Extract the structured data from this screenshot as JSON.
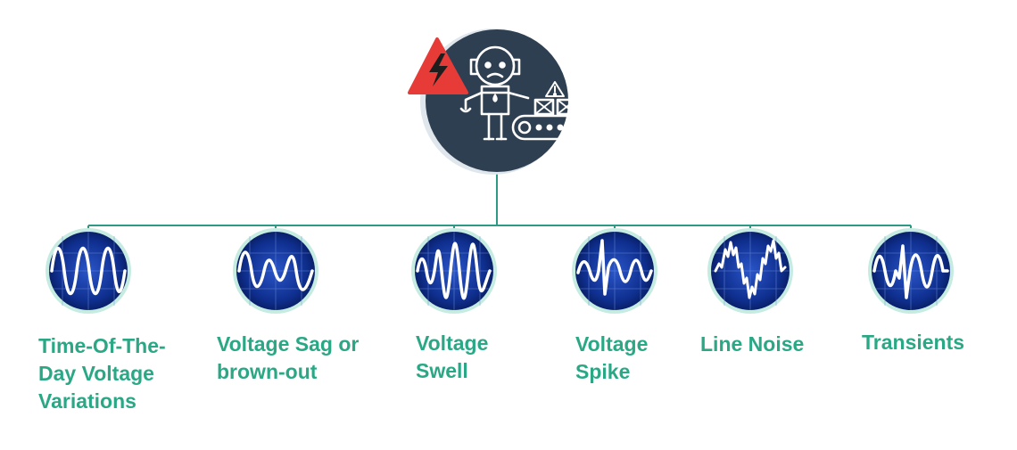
{
  "colors": {
    "accent": "#2aa886",
    "connector": "#2e9a85",
    "root_circle": "#2f3f52",
    "warning": "#e63b36",
    "scope_bg": "#0d2a85",
    "waveform": "#ffffff"
  },
  "root": {
    "icon": "robot-warning-icon",
    "badge_icon": "lightning-icon"
  },
  "nodes": [
    {
      "id": "time-of-day",
      "icon": "sine-wave-icon",
      "label_lines": [
        "Time-Of-The-",
        "Day Voltage",
        "Variations"
      ]
    },
    {
      "id": "voltage-sag",
      "icon": "sag-wave-icon",
      "label_lines": [
        "Voltage Sag or",
        "brown-out"
      ]
    },
    {
      "id": "voltage-swell",
      "icon": "swell-wave-icon",
      "label_lines": [
        "Voltage",
        "Swell"
      ]
    },
    {
      "id": "voltage-spike",
      "icon": "spike-wave-icon",
      "label_lines": [
        "Voltage",
        "Spike"
      ]
    },
    {
      "id": "line-noise",
      "icon": "noise-wave-icon",
      "label_lines": [
        "Line Noise"
      ]
    },
    {
      "id": "transients",
      "icon": "transient-wave-icon",
      "label_lines": [
        "Transients"
      ]
    }
  ]
}
